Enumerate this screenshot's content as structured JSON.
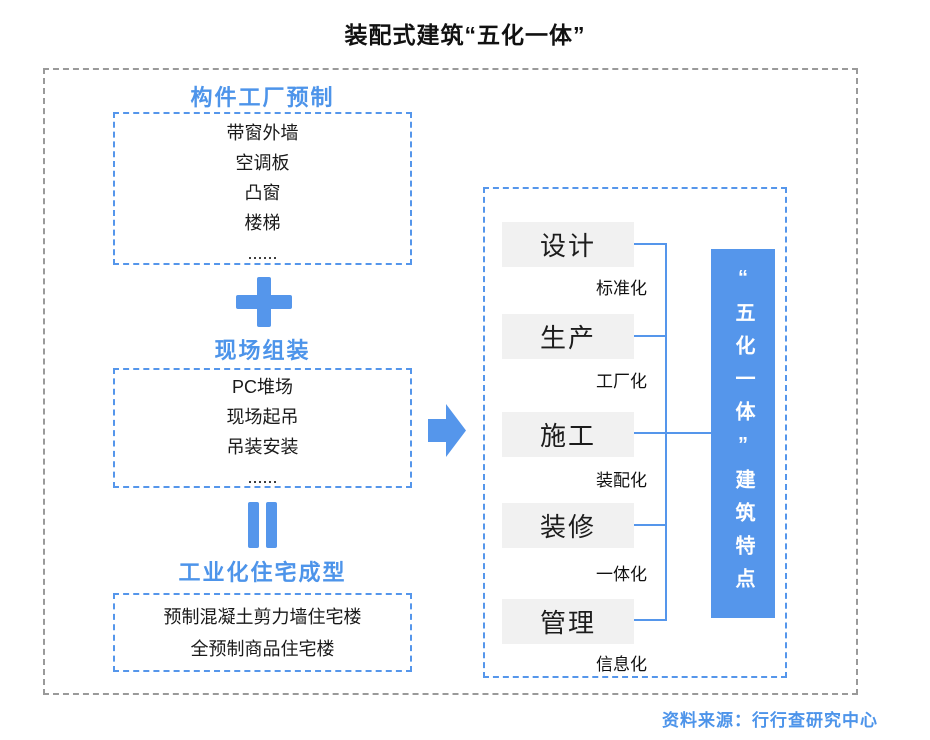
{
  "title": "装配式建筑“五化一体”",
  "source_note": "资料来源：行行查研究中心",
  "left_flow": {
    "step1": {
      "heading": "构件工厂预制",
      "items": [
        "带窗外墙",
        "空调板",
        "凸窗",
        "楼梯",
        "......"
      ]
    },
    "step2": {
      "heading": "现场组装",
      "items": [
        "PC堆场",
        "现场起吊",
        "吊装安装",
        "......"
      ]
    },
    "step3": {
      "heading": "工业化住宅成型",
      "items": [
        "预制混凝土剪力墙住宅楼",
        "全预制商品住宅楼"
      ]
    },
    "operators": {
      "plus": "plus-icon",
      "equals": "equals-icon",
      "arrow": "right-arrow-icon"
    }
  },
  "right_panel": {
    "stages": [
      {
        "label": "设计",
        "tag": "标准化"
      },
      {
        "label": "生产",
        "tag": "工厂化"
      },
      {
        "label": "施工",
        "tag": "装配化"
      },
      {
        "label": "装修",
        "tag": "一体化"
      },
      {
        "label": "管理",
        "tag": "信息化"
      }
    ],
    "result_label": "“五化一体”建筑特点"
  },
  "colors": {
    "accent_blue": "#5596EB",
    "heading_blue": "#4D94EA",
    "stage_box_gray": "#F1F1F1",
    "outer_border_gray": "#9A9A9A"
  }
}
